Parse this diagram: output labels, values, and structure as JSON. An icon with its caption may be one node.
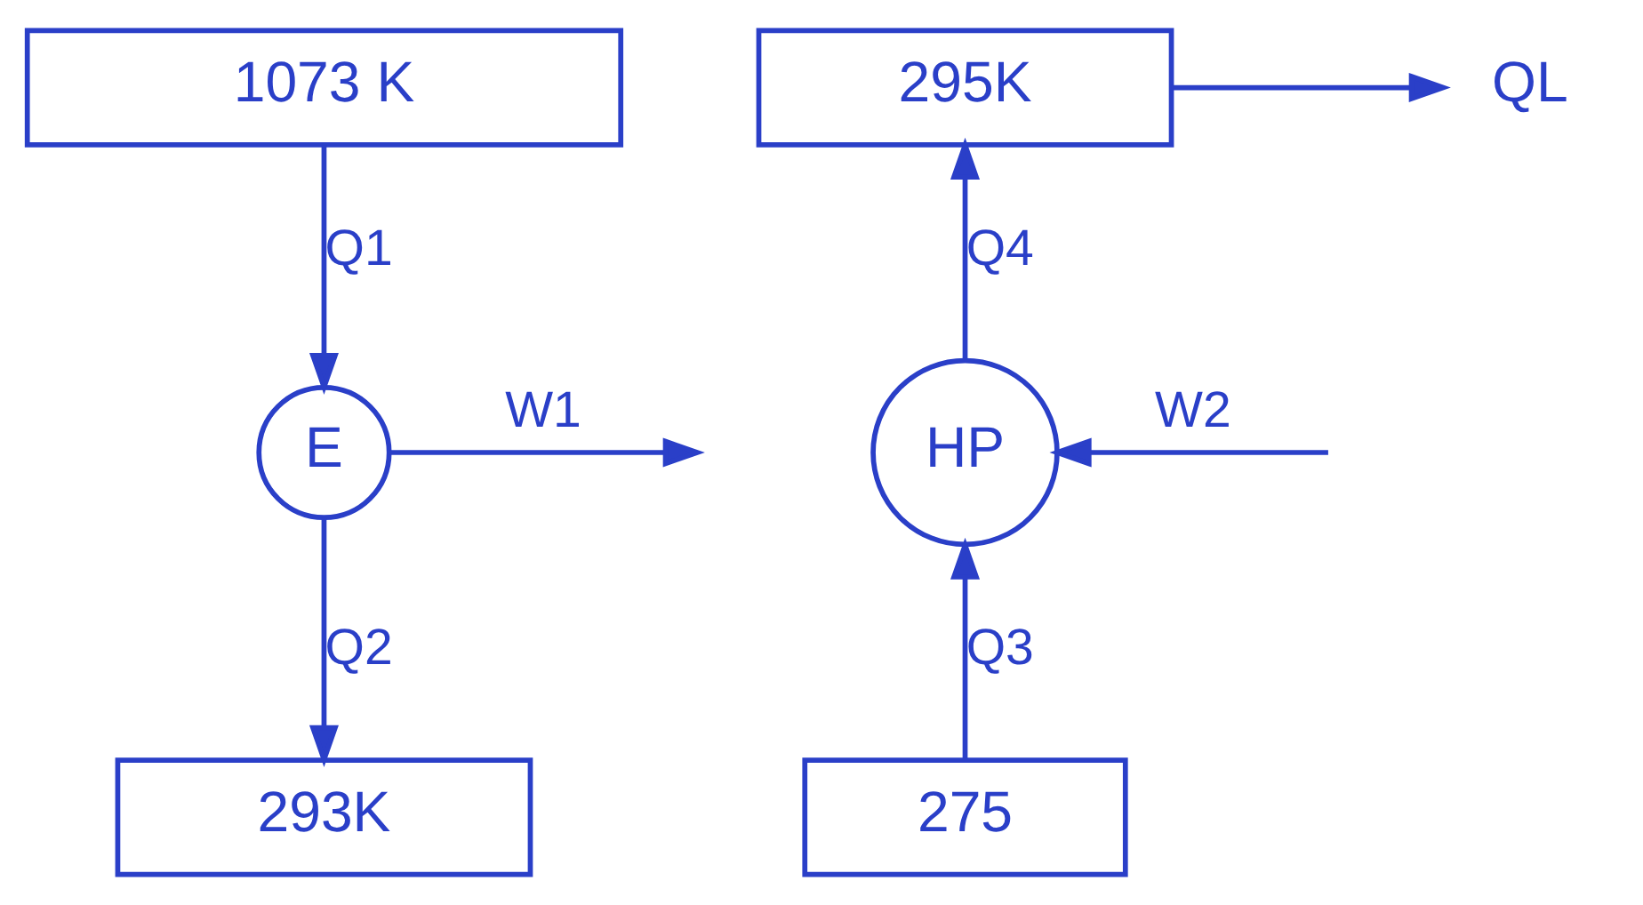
{
  "diagram": {
    "nodes": [
      {
        "text": [
          "1073 K"
        ]
      },
      {
        "text": [
          "E"
        ]
      },
      {
        "text": [
          "293K"
        ]
      },
      {
        "text": [
          "295K"
        ]
      },
      {
        "text": [
          "HP"
        ]
      },
      {
        "text": [
          "275"
        ]
      },
      {
        "text": [
          "QL"
        ]
      }
    ],
    "edges": [
      {
        "from": 0,
        "to": 1,
        "arrow": "to",
        "label": "Q1"
      },
      {
        "from": 1,
        "to": null,
        "arrow": "to",
        "label": "W1"
      },
      {
        "from": 1,
        "to": 2,
        "arrow": "to",
        "label": "Q2"
      },
      {
        "from": 3,
        "to": 6,
        "arrow": "to"
      },
      {
        "from": 4,
        "to": 3,
        "arrow": "to",
        "label": "Q4"
      },
      {
        "from": null,
        "to": 4,
        "arrow": "to",
        "label": "W2"
      },
      {
        "from": 5,
        "to": 4,
        "arrow": "to",
        "label": "Q3"
      }
    ]
  }
}
